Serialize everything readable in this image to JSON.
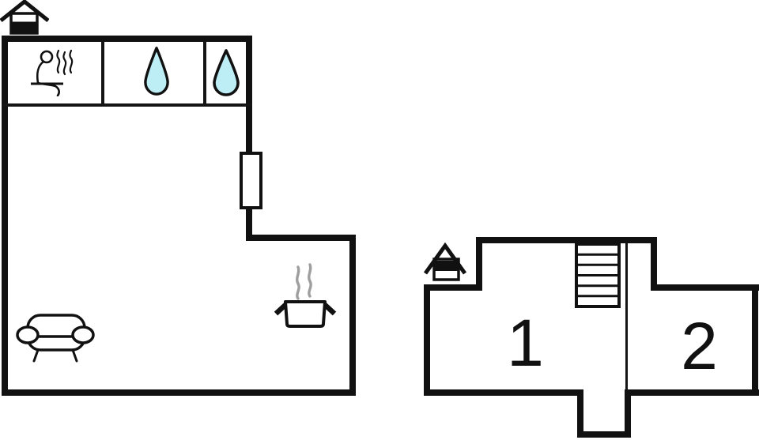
{
  "diagram": {
    "type": "floor-plan",
    "background": "#ffffff",
    "wall_color": "#111111",
    "accent_colors": {
      "water_drop_fill": "#bdeef5",
      "water_drop_outline": "#111111",
      "pot_steam_gray": "#9e9e9e"
    },
    "floors": {
      "ground": {
        "features": [
          "entrance-house-marker",
          "sauna-room",
          "bath-room-large-drop",
          "bath-room-small-drop",
          "window-on-right-wall",
          "sofa",
          "kitchen-pot"
        ],
        "room_labels": []
      },
      "upper": {
        "features": [
          "entrance-house-marker",
          "staircase-6-treads"
        ],
        "rooms": [
          {
            "label": "1"
          },
          {
            "label": "2"
          }
        ]
      }
    }
  }
}
